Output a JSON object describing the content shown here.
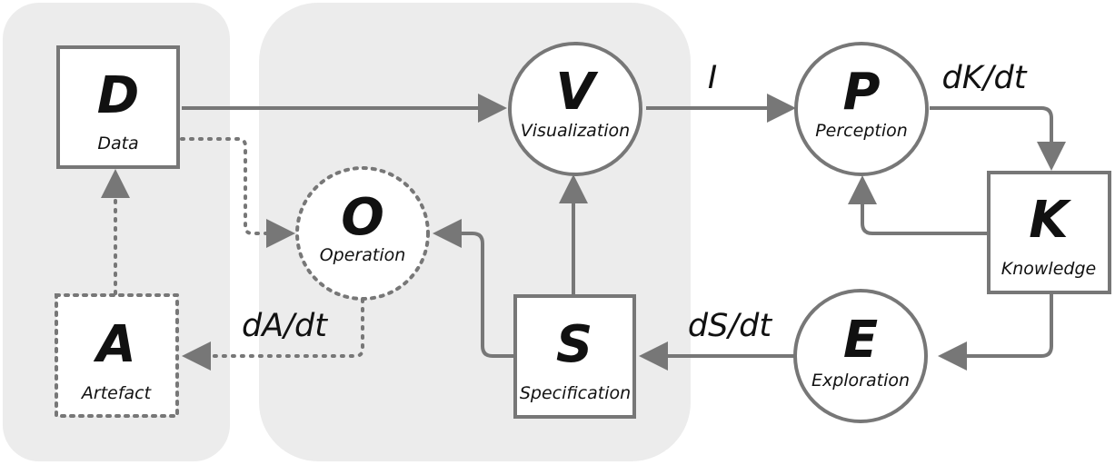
{
  "nodes": {
    "D": {
      "letter": "D",
      "name": "Data"
    },
    "A": {
      "letter": "A",
      "name": "Artefact"
    },
    "O": {
      "letter": "O",
      "name": "Operation"
    },
    "V": {
      "letter": "V",
      "name": "Visualization"
    },
    "S": {
      "letter": "S",
      "name": "Specification"
    },
    "P": {
      "letter": "P",
      "name": "Perception"
    },
    "K": {
      "letter": "K",
      "name": "Knowledge"
    },
    "E": {
      "letter": "E",
      "name": "Exploration"
    }
  },
  "edge_labels": {
    "I": "I",
    "dK": "dK/dt",
    "dA": "dA/dt",
    "dS": "dS/dt"
  }
}
